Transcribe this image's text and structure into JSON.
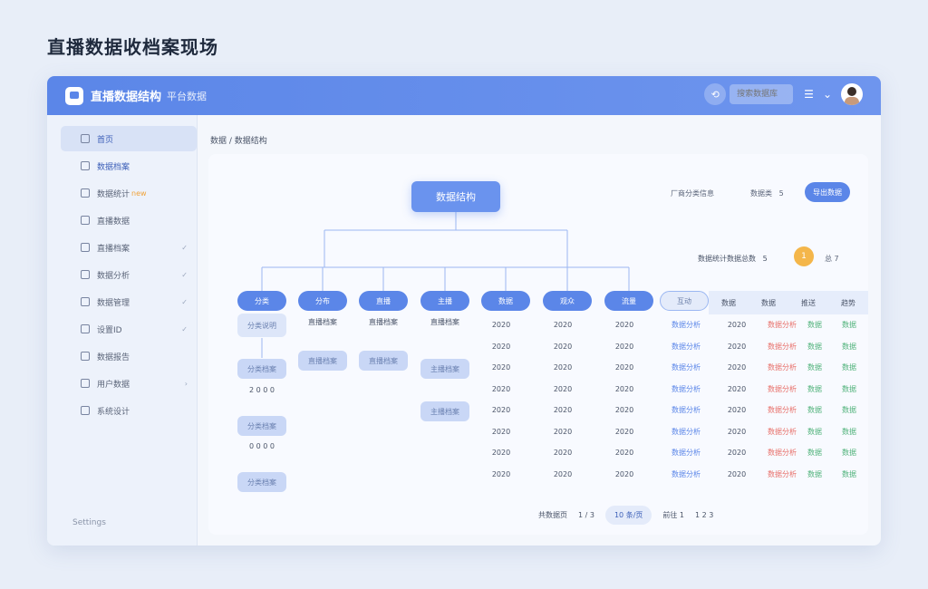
{
  "page_title": "直播数据收档案现场",
  "topbar": {
    "app_title": "直播数据结构",
    "app_subtitle": "平台数据",
    "search_placeholder": "搜索数据库",
    "notify_glyph": "⟲"
  },
  "sidebar": {
    "items": [
      {
        "label": "首页"
      },
      {
        "label": "数据档案"
      },
      {
        "label": "数据统计",
        "badge": "new"
      },
      {
        "label": "直播数据"
      },
      {
        "label": "直播档案"
      },
      {
        "label": "数据分析"
      },
      {
        "label": "数据管理"
      },
      {
        "label": "设置ID"
      },
      {
        "label": "数据报告"
      },
      {
        "label": "用户数据"
      },
      {
        "label": "系统设计"
      }
    ],
    "footer": "Settings"
  },
  "breadcrumb": "数据 / 数据结构",
  "tree": {
    "root": "数据结构",
    "nodes": [
      "分类",
      "分布",
      "直播",
      "主播",
      "数据",
      "观众",
      "流量",
      "互动"
    ],
    "branch_labels": [
      "分类说明",
      "直播档案",
      "直播档案",
      "直播档案"
    ],
    "sub_leaves": [
      "分类档案",
      "分类档案",
      "分类档案"
    ],
    "sub_labels": [
      "2 0 0 0",
      "0 0 0 0"
    ],
    "col2_leaf": "直播档案",
    "col3_leaf": "直播档案",
    "col4_leaves": [
      "主播档案",
      "主播档案"
    ]
  },
  "filters": {
    "filter_a": "厂商分类信息",
    "filter_b": "数据类",
    "filter_b_suffix": "5",
    "primary_button": "导出数据"
  },
  "stats": {
    "label": "数据统计数据总数",
    "label_suffix": "5",
    "badge": "1",
    "extra": "总 7"
  },
  "table": {
    "headers": [
      "数据",
      "数据",
      "推送",
      "趋势"
    ],
    "rows": [
      [
        "2020",
        "2020",
        "2020",
        "数据分析",
        "2020",
        "数据分析",
        "数据",
        "数据"
      ],
      [
        "2020",
        "2020",
        "2020",
        "数据分析",
        "2020",
        "数据分析",
        "数据",
        "数据"
      ],
      [
        "2020",
        "2020",
        "2020",
        "数据分析",
        "2020",
        "数据分析",
        "数据",
        "数据"
      ],
      [
        "2020",
        "2020",
        "2020",
        "数据分析",
        "2020",
        "数据分析",
        "数据",
        "数据"
      ],
      [
        "2020",
        "2020",
        "2020",
        "数据分析",
        "2020",
        "数据分析",
        "数据",
        "数据"
      ],
      [
        "2020",
        "2020",
        "2020",
        "数据分析",
        "2020",
        "数据分析",
        "数据",
        "数据"
      ],
      [
        "2020",
        "2020",
        "2020",
        "数据分析",
        "2020",
        "数据分析",
        "数据",
        "数据"
      ],
      [
        "2020",
        "2020",
        "2020",
        "数据分析",
        "2020",
        "数据分析",
        "数据",
        "数据"
      ]
    ]
  },
  "pagination": {
    "total_label": "共数据页",
    "page_range": "1 / 3",
    "per_page": "10 条/页",
    "goto": "前往 1",
    "nav": "1 2 3"
  },
  "colors": {
    "accent": "#5b86e8",
    "warning": "#f4b64a",
    "danger": "#e8706a",
    "success": "#4fb27a"
  }
}
